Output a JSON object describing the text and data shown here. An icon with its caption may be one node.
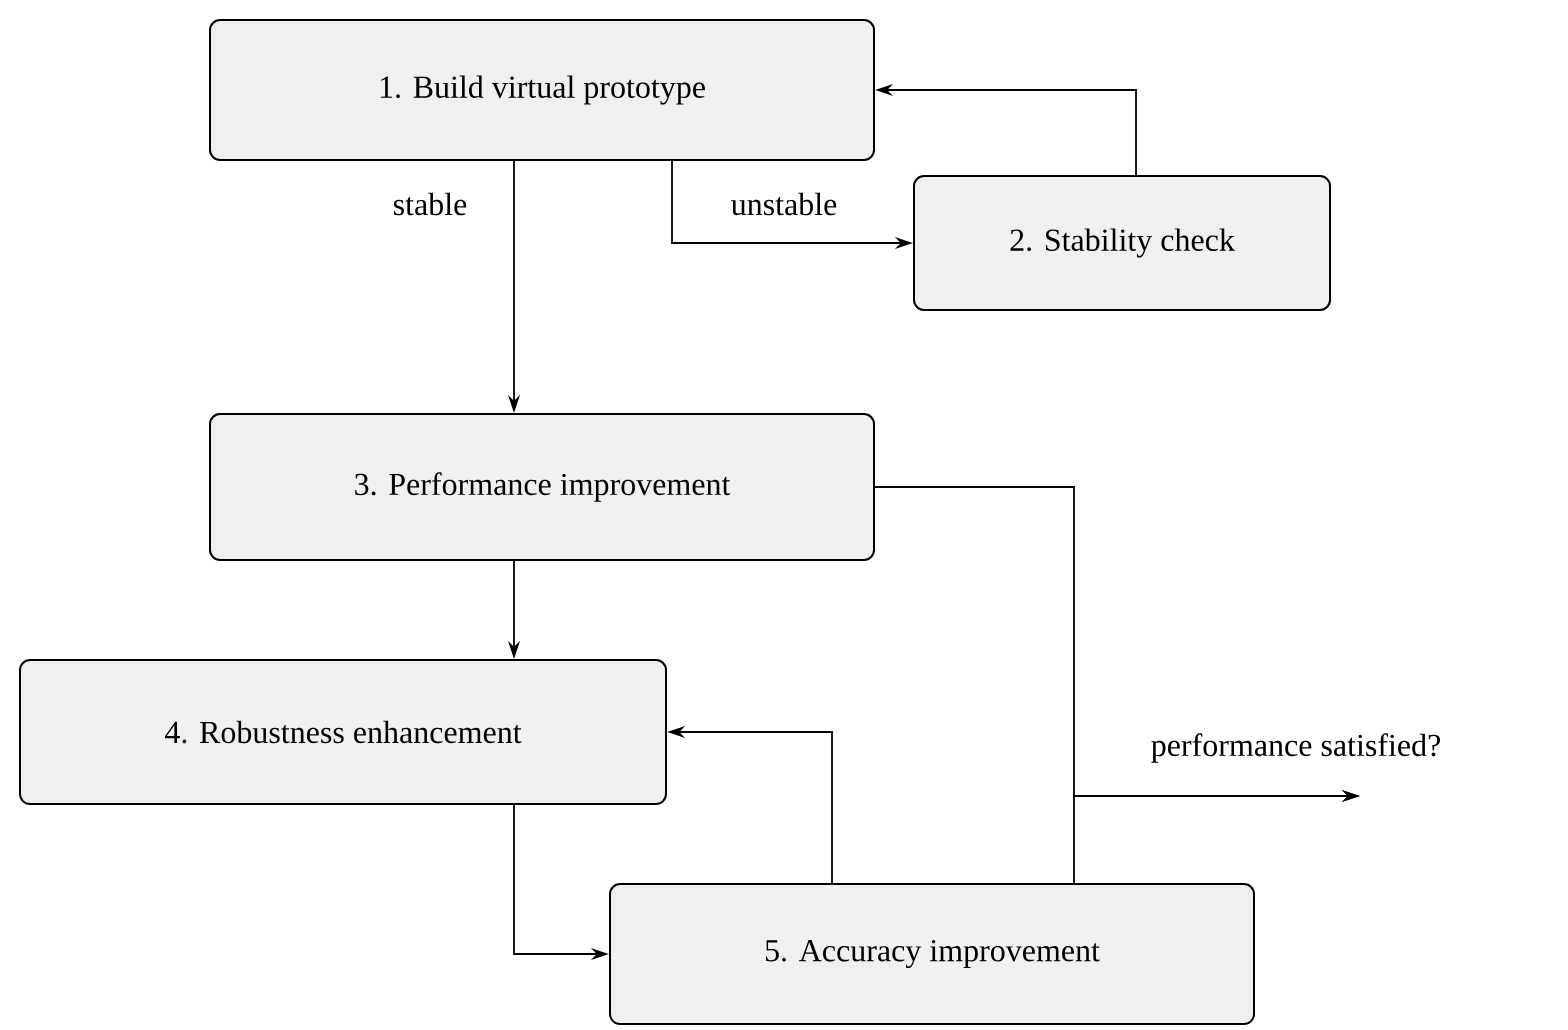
{
  "diagram": {
    "nodes": [
      {
        "text": [
          "1. Build virtual prototype"
        ]
      },
      {
        "text": [
          "2. Stability check"
        ]
      },
      {
        "text": [
          "3. Performance improvement"
        ]
      },
      {
        "text": [
          "4. Robustness enhancement"
        ]
      },
      {
        "text": [
          "5. Accuracy improvement"
        ]
      }
    ],
    "edges": [
      {
        "from": 0,
        "to": 2,
        "arrow": "to",
        "label": "stable"
      },
      {
        "from": 0,
        "to": 1,
        "arrow": "to",
        "label": "unstable"
      },
      {
        "from": 1,
        "to": 0,
        "arrow": "to"
      },
      {
        "from": 2,
        "to": 3,
        "arrow": "to"
      },
      {
        "from": 3,
        "to": 4,
        "arrow": "to"
      },
      {
        "from": 4,
        "to": 3,
        "arrow": "to"
      },
      {
        "from": 2,
        "to": null,
        "arrow": "to",
        "label": "performance satisfied?"
      },
      {
        "from": 4,
        "to": null,
        "arrow": "to"
      }
    ]
  }
}
